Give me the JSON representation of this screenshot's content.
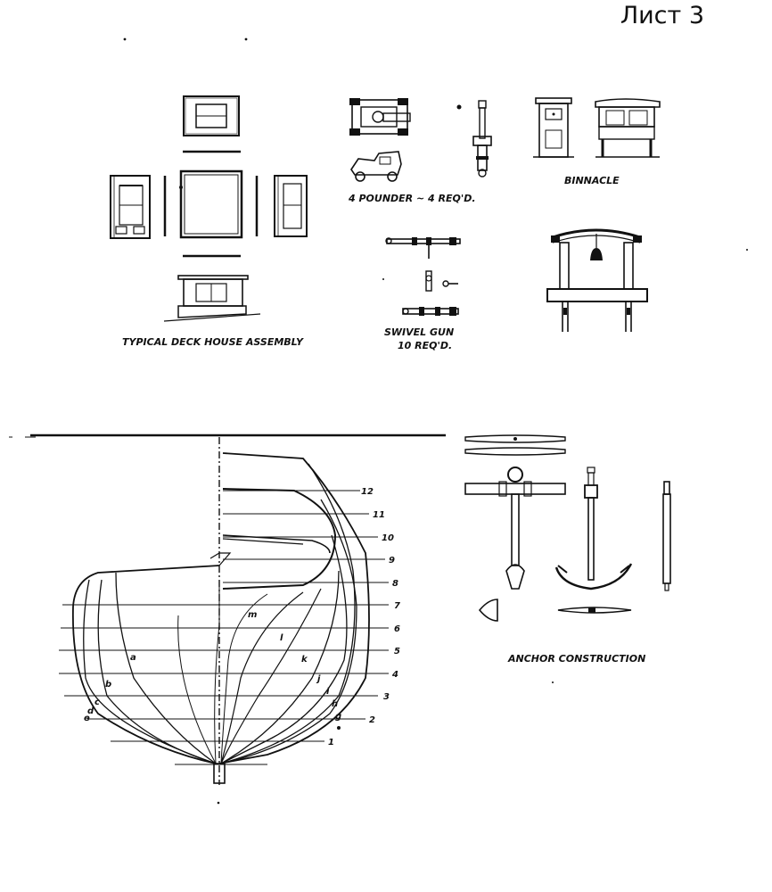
{
  "sheet": {
    "label": "Лист 3"
  },
  "captions": {
    "deck_house": "TYPICAL DECK HOUSE ASSEMBLY",
    "pounder": "4 POUNDER  ~ 4 REQ'D.",
    "binnacle": "BINNACLE",
    "swivel_line1": "SWIVEL GUN",
    "swivel_line2": "10 REQ'D.",
    "anchor": "ANCHOR CONSTRUCTION"
  },
  "body_plan": {
    "stations": [
      "12",
      "11",
      "10",
      "9",
      "8",
      "7",
      "6",
      "5",
      "4",
      "3",
      "2",
      "1"
    ],
    "frames": [
      "a",
      "b",
      "c",
      "d",
      "e",
      "m",
      "l",
      "k",
      "j",
      "i",
      "h",
      "g"
    ]
  }
}
